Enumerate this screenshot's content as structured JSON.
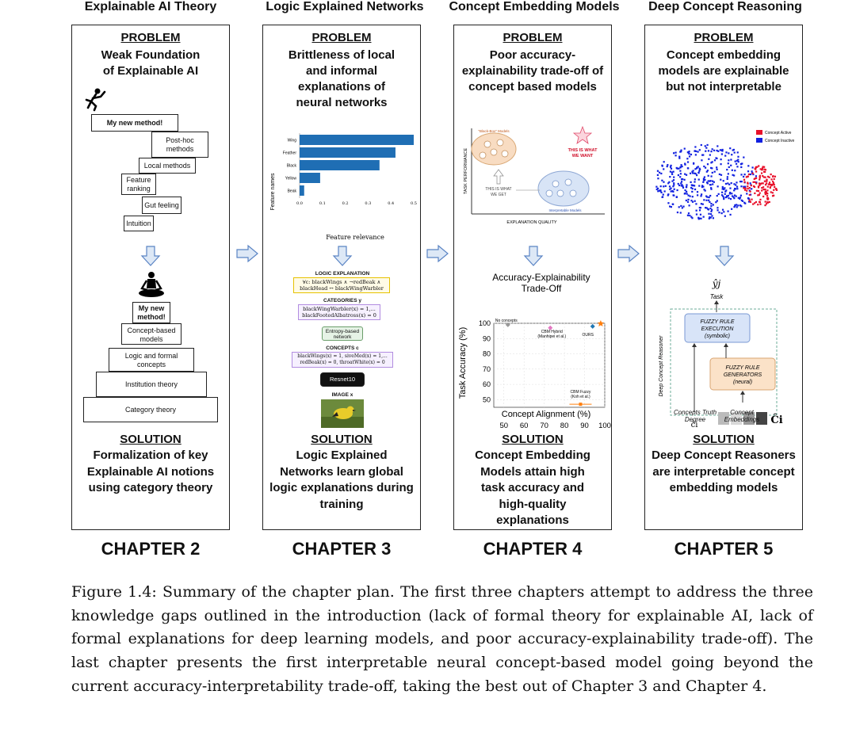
{
  "columns": [
    {
      "top_title": "Explainable AI Theory",
      "problem_heading": "PROBLEM",
      "problem_text": "Weak Foundation of Explainable AI",
      "solution_heading": "SOLUTION",
      "solution_text": "Formalization of key Explainable AI notions using category theory",
      "chapter": "CHAPTER 2"
    },
    {
      "top_title": "Logic Explained Networks",
      "problem_heading": "PROBLEM",
      "problem_text": "Brittleness of local and informal explanations of neural networks",
      "solution_heading": "SOLUTION",
      "solution_text": "Logic Explained Networks learn global logic explanations during training",
      "chapter": "CHAPTER 3"
    },
    {
      "top_title": "Concept Embedding Models",
      "problem_heading": "PROBLEM",
      "problem_text": "Poor accuracy-explainability trade-off of concept based models",
      "solution_heading": "SOLUTION",
      "solution_text": "Concept Embedding Models attain high task accuracy and high-quality explanations",
      "chapter": "CHAPTER 4"
    },
    {
      "top_title": "Deep Concept Reasoning",
      "problem_heading": "PROBLEM",
      "problem_text": "Concept embedding models are explainable but not interpretable",
      "solution_heading": "SOLUTION",
      "solution_text": "Deep Concept Reasoners are interpretable concept embedding models",
      "chapter": "CHAPTER 5"
    }
  ],
  "ch2": {
    "stairs": [
      "My new method!",
      "Post-hoc methods",
      "Local methods",
      "Feature ranking",
      "Gut feeling",
      "Intuition"
    ],
    "pyramid": [
      "My new method!",
      "Concept-based models",
      "Logic and formal concepts",
      "Institution theory",
      "Category theory"
    ]
  },
  "ch3": {
    "feature_chart": {
      "categories": [
        "Wing",
        "Feather",
        "Black",
        "Yellow",
        "Beak"
      ],
      "values": [
        0.5,
        0.42,
        0.35,
        0.09,
        0.02
      ],
      "xlabel": "Feature relevance",
      "ylabel": "Feature names",
      "ticks": [
        "0.0",
        "0.1",
        "0.2",
        "0.3",
        "0.4",
        "0.5"
      ]
    },
    "logic_title": "LOGIC EXPLANATION",
    "logic_formula": "∀c: blackWings ∧ ¬redBeak ∧ blackHead ↔ blackWingWarbler",
    "categories_label": "CATEGORIES y",
    "categories_formula": "blackWingWarbler(x) = 1,... blackFootedAlbatross(x) = 0",
    "entropy_label": "Entropy-based network",
    "concepts_label": "CONCEPTS c",
    "concepts_formula": "blackWings(x) = 1, siveMed(x) = 1,... redBeak(x) = 0, throatWhite(x) = 0",
    "resnet_label": "Resnet10",
    "image_label": "IMAGE x"
  },
  "ch4": {
    "sketch": {
      "ylabel": "TASK PERFORMANCE",
      "xlabel": "EXPLANATION QUALITY",
      "blackbox": "\"Black-Box\" Models",
      "want": "THIS IS WHAT WE WANT",
      "get": "THIS IS WHAT WE GET",
      "interp": "Interpretable Models"
    },
    "chart_data": {
      "type": "scatter",
      "title": "Accuracy-Explainability Trade-Off",
      "xlabel": "Concept Alignment (%)",
      "ylabel": "Task Accuracy (%)",
      "xlim": [
        45,
        100
      ],
      "ylim": [
        45,
        100
      ],
      "xticks": [
        "50",
        "60",
        "70",
        "80",
        "90",
        "100"
      ],
      "yticks": [
        "100",
        "90",
        "80",
        "70",
        "60",
        "50"
      ],
      "points": [
        {
          "name": "No concepts",
          "x": 52,
          "y": 99,
          "color": "#999999"
        },
        {
          "name": "CBM Hybrid (Mahinpei et al.)",
          "x": 73,
          "y": 97,
          "color": "#e377c2"
        },
        {
          "name": "OURS",
          "x": 94,
          "y": 98,
          "color": "#1f77b4"
        },
        {
          "name": "OURS*",
          "x": 98,
          "y": 100,
          "color": "#ff7f0e"
        },
        {
          "name": "CBM Fuzzy (Koh et al.)",
          "x": 88,
          "y": 47,
          "color": "#ff7f0e"
        }
      ]
    }
  },
  "ch5": {
    "legend": [
      "Concept Active",
      "Concept Inactive"
    ],
    "legend_colors": [
      "#e8102a",
      "#1020e0"
    ],
    "yhat": "ŷj",
    "task": "Task",
    "side": "Deep Concept Reasoner",
    "exec": "FUZZY RULE EXECUTION (symbolic)",
    "gen": "FUZZY RULE GENERATORS (neural)",
    "ci": "ĉi",
    "Ci": "Ĉi",
    "concepts_label": "Concepts Truth Degree",
    "emb_label": "Concept Embeddings"
  },
  "caption": "Figure 1.4: Summary of the chapter plan. The first three chapters attempt to address the three knowledge gaps outlined in the introduction (lack of formal theory for explainable AI, lack of formal explanations for deep learning models, and poor accuracy-explainability trade-off). The last chapter presents the first interpretable neural concept-based model going beyond the current accuracy-interpretability trade-off, taking the best out of Chapter 3 and Chapter 4."
}
